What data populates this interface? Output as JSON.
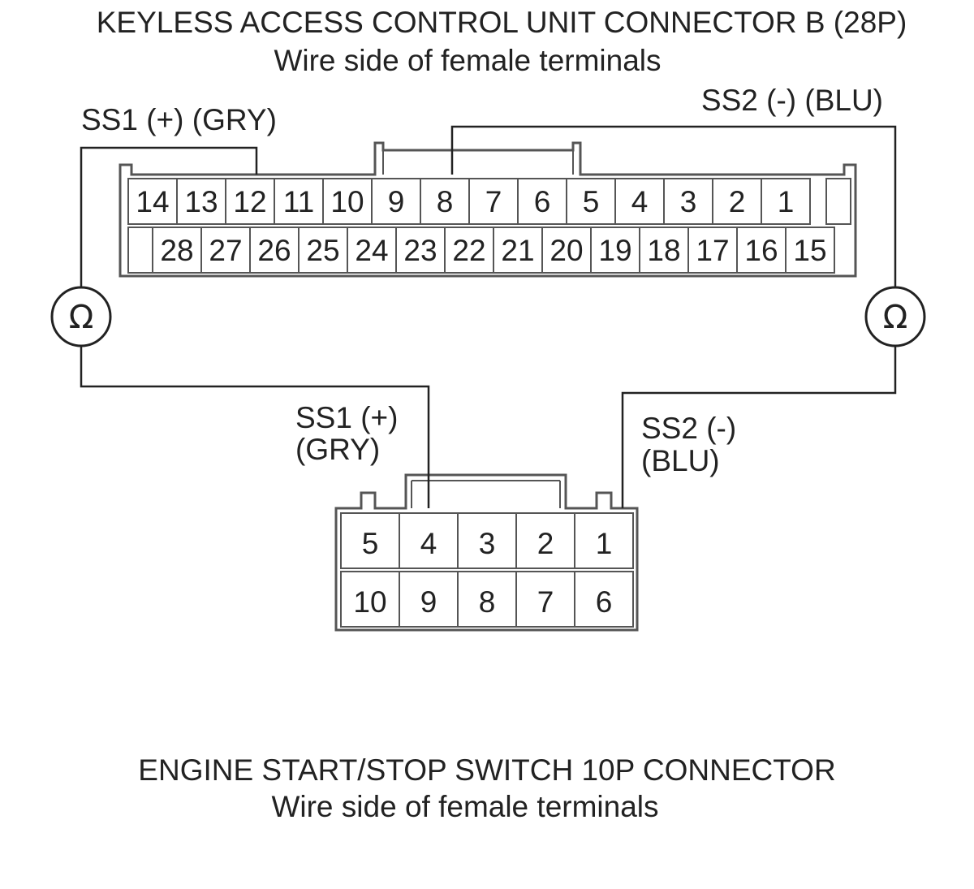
{
  "connector_b": {
    "title": "KEYLESS ACCESS CONTROL UNIT CONNECTOR B (28P)",
    "subtitle": "Wire side of female terminals",
    "row1": [
      "14",
      "13",
      "12",
      "11",
      "10",
      "9",
      "8",
      "7",
      "6",
      "5",
      "4",
      "3",
      "2",
      "1"
    ],
    "row2": [
      "28",
      "27",
      "26",
      "25",
      "24",
      "23",
      "22",
      "21",
      "20",
      "19",
      "18",
      "17",
      "16",
      "15"
    ]
  },
  "switch_connector": {
    "title": "ENGINE START/STOP SWITCH 10P CONNECTOR",
    "subtitle": "Wire side of female terminals",
    "row1": [
      "5",
      "4",
      "3",
      "2",
      "1"
    ],
    "row2": [
      "10",
      "9",
      "8",
      "7",
      "6"
    ]
  },
  "labels": {
    "ss1_top": "SS1 (+) (GRY)",
    "ss2_top": "SS2 (-) (BLU)",
    "ss1_bottom_line1": "SS1 (+)",
    "ss1_bottom_line2": "(GRY)",
    "ss2_bottom_line1": "SS2 (-)",
    "ss2_bottom_line2": "(BLU)"
  },
  "meters": {
    "left_symbol": "Ω",
    "right_symbol": "Ω",
    "icon": "ohmmeter-icon"
  }
}
